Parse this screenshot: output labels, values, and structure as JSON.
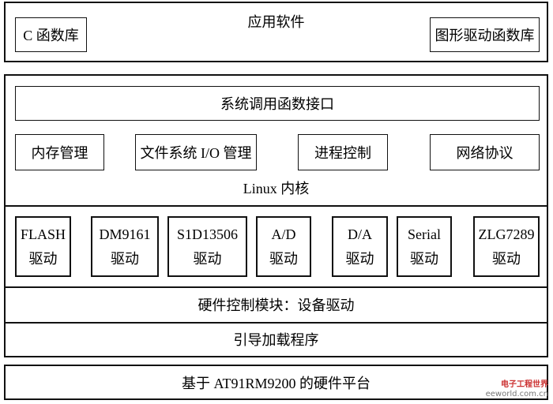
{
  "app_layer": {
    "title": "应用软件",
    "left_box": "C 函数库",
    "right_box": "图形驱动函数库"
  },
  "kernel": {
    "syscall": "系统调用函数接口",
    "modules": [
      "内存管理",
      "文件系统 I/O 管理",
      "进程控制",
      "网络协议"
    ],
    "title": "Linux 内核"
  },
  "drivers": [
    {
      "name": "FLASH",
      "sub": "驱动"
    },
    {
      "name": "DM9161",
      "sub": "驱动"
    },
    {
      "name": "S1D13506",
      "sub": "驱动"
    },
    {
      "name": "A/D",
      "sub": "驱动"
    },
    {
      "name": "D/A",
      "sub": "驱动"
    },
    {
      "name": "Serial",
      "sub": "驱动"
    },
    {
      "name": "ZLG7289",
      "sub": "驱动"
    }
  ],
  "hw_control": "硬件控制模块：设备驱动",
  "bootloader": "引导加载程序",
  "hardware": "基于 AT91RM9200 的硬件平台",
  "watermark": {
    "line1": "电子工程世界",
    "line2": "eeworld.com.cn"
  }
}
